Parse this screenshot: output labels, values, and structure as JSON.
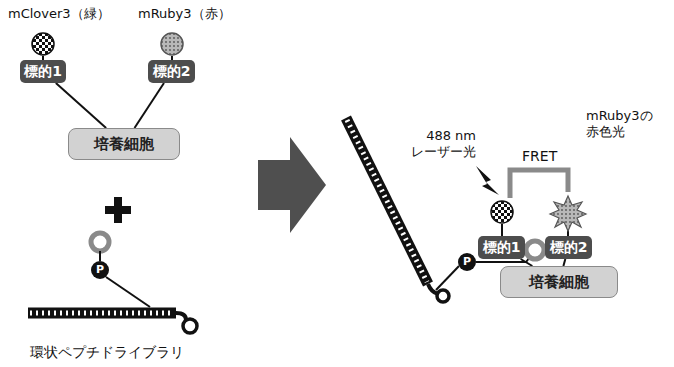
{
  "diagram": {
    "nodes": [
      {
        "text": [
          "標的1"
        ]
      },
      {
        "text": [
          "標的2"
        ]
      },
      {
        "text": [
          "培養細胞"
        ]
      },
      {
        "text": [
          "P"
        ]
      },
      {
        "text": [
          "標的1"
        ]
      },
      {
        "text": [
          "標的2"
        ]
      },
      {
        "text": [
          "培養細胞"
        ]
      },
      {
        "text": [
          "P"
        ]
      }
    ],
    "edges": [
      {
        "from": 0,
        "to": 2,
        "arrow": "none"
      },
      {
        "from": 1,
        "to": 2,
        "arrow": "none"
      },
      {
        "from": 4,
        "to": 6,
        "arrow": "none"
      },
      {
        "from": 5,
        "to": 6,
        "arrow": "none"
      }
    ],
    "labels": [
      "mClover3（緑）",
      "mRuby3（赤）",
      "環状ペプチドライブラリ",
      "488 nm レーザー光",
      "FRET",
      "mRuby3の 赤色光"
    ]
  }
}
